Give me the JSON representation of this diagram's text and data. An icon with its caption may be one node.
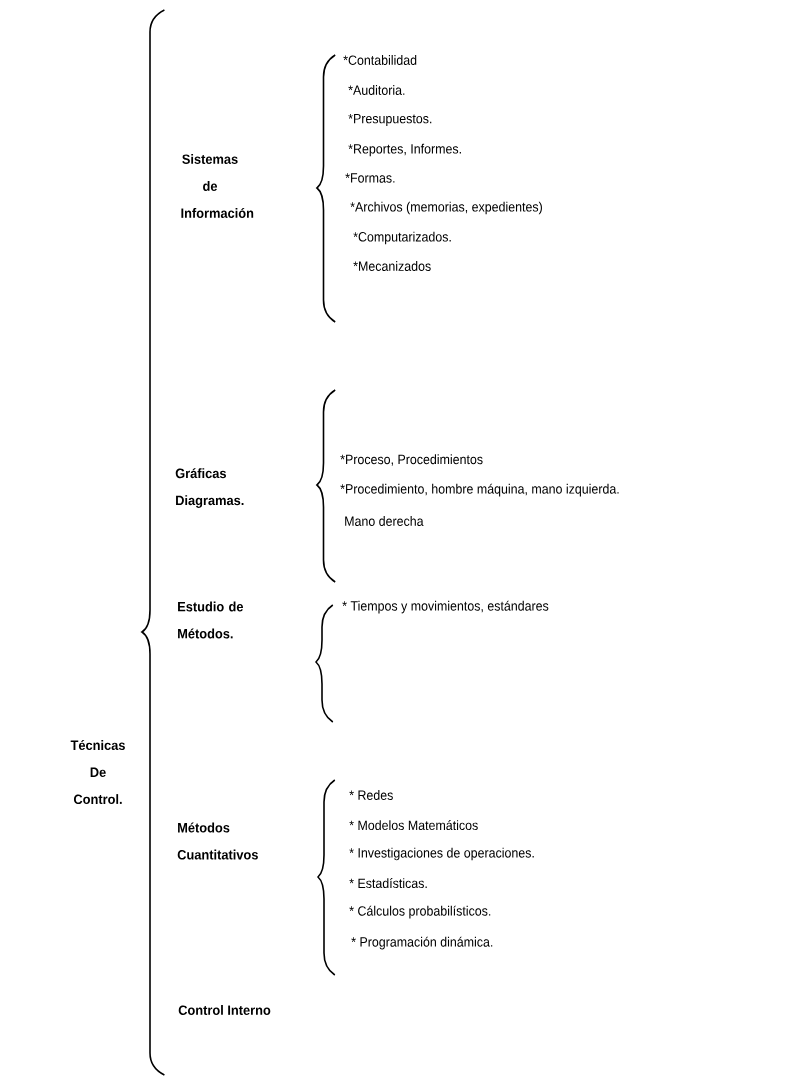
{
  "diagram": {
    "labels": [
      "Técnicas De Control.",
      "Sistemas de Información",
      "*Contabilidad",
      "*Auditoria.",
      "*Presupuestos.",
      "*Reportes, Informes.",
      "*Formas.",
      "*Archivos (memorias, expedientes)",
      "*Computarizados.",
      "*Mecanizados",
      "Gráficas Diagramas.",
      "*Proceso, Procedimientos",
      "*Procedimiento, hombre máquina, mano izquierda.",
      "Mano derecha",
      "Estudio de Métodos.",
      "* Tiempos y movimientos, estándares",
      "Métodos Cuantitativos",
      "* Redes",
      "* Modelos Matemáticos",
      "* Investigaciones de operaciones.",
      "* Estadísticas.",
      "* Cálculos probabilísticos.",
      "* Programación dinámica.",
      "Control Interno"
    ]
  }
}
